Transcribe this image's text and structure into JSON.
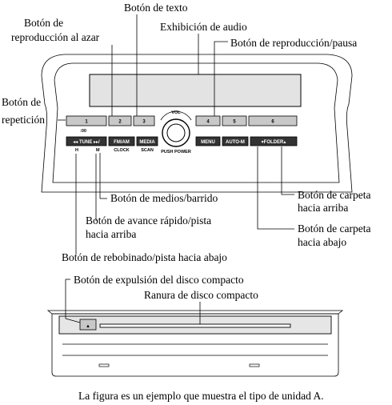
{
  "top_unit": {
    "callouts": {
      "text_button": "Botón de texto",
      "random_l1": "Botón de",
      "random_l2": "reproducción al azar",
      "audio_display": "Exhibición de audio",
      "play_pause": "Botón de reproducción/pausa",
      "repeat_l1": "Botón de",
      "repeat_l2": "repetición",
      "media_scan": "Botón de medios/barrido",
      "folder_up_l1": "Botón de carpeta",
      "folder_up_l2": "hacia arriba",
      "ffwd_l1": "Botón de avance rápido/pista",
      "ffwd_l2": "hacia arriba",
      "folder_down_l1": "Botón de carpeta",
      "folder_down_l2": "hacia abajo",
      "rewind": "Botón de rebobinado/pista hacia abajo"
    },
    "panel": {
      "preset_buttons": [
        "1",
        "2",
        "3",
        "4",
        "5",
        "6"
      ],
      "preset_sub": ":00",
      "vol_label": "VOL",
      "push_power": "PUSH POWER",
      "tune": "◂◂ TUNE ▸▸/",
      "fm_am": "FM/AM",
      "media": "MEDIA",
      "menu": "MENU",
      "auto_m": "AUTO-M",
      "folder": "▾FOLDER▴",
      "h": "H",
      "m": "M",
      "clock": "CLOCK",
      "scan": "SCAN"
    }
  },
  "bottom_unit": {
    "callouts": {
      "eject": "Botón de expulsión del disco compacto",
      "slot": "Ranura de disco compacto"
    },
    "eject_symbol": "▲"
  },
  "caption": "La figura es un ejemplo que muestra el tipo de unidad A."
}
